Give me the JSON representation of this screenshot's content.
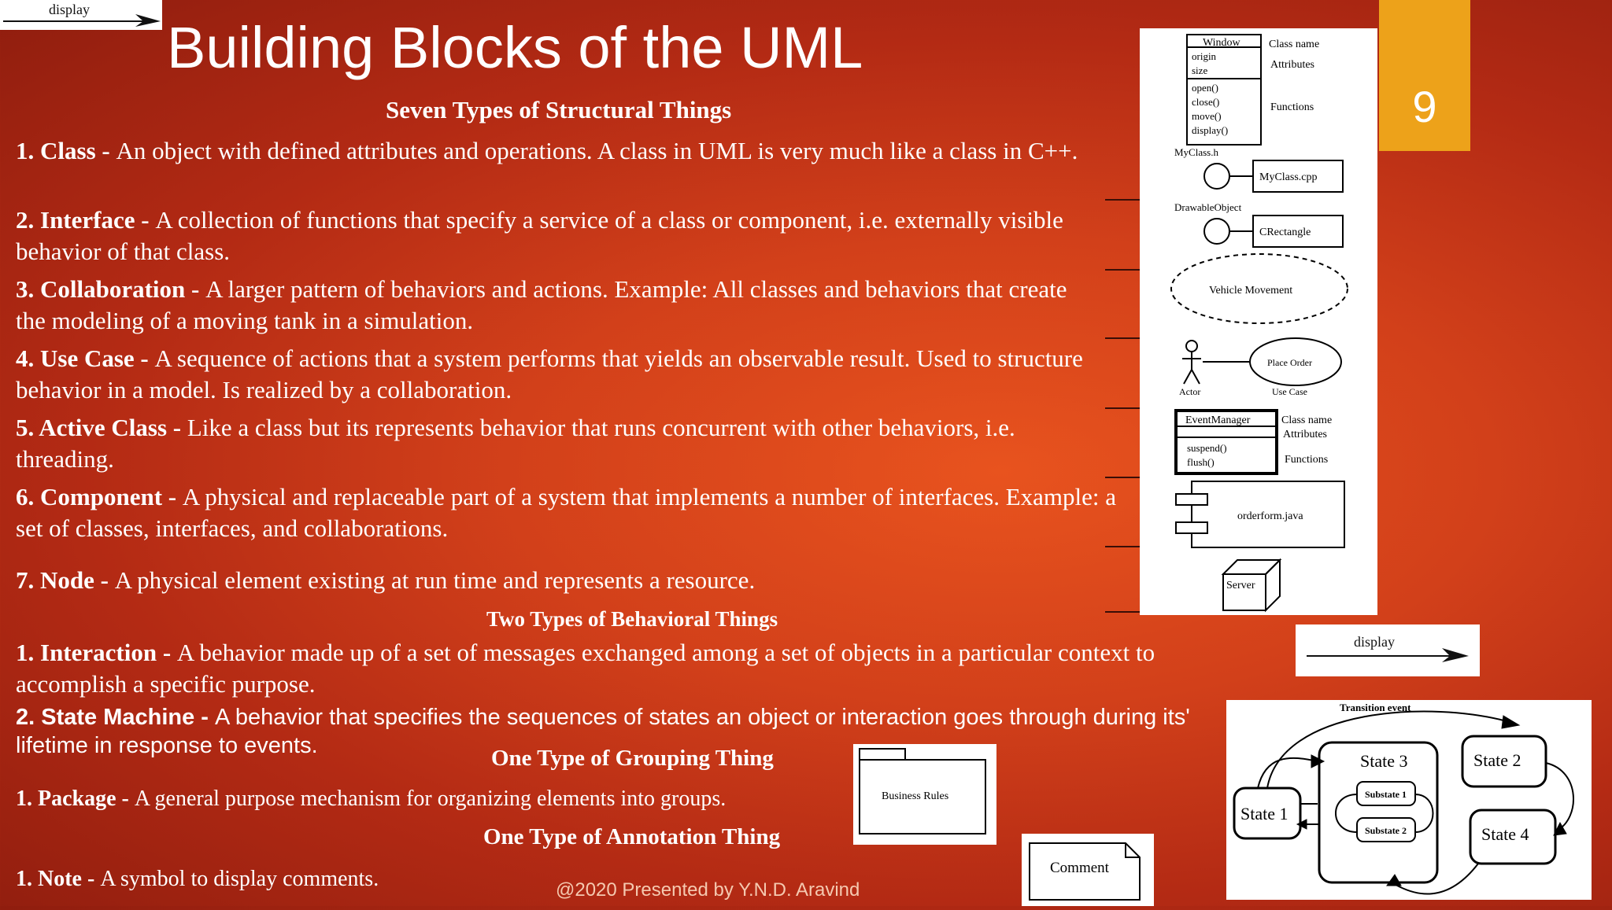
{
  "slide": {
    "title": "Building Blocks of the UML",
    "page_number": "9",
    "footer": "@2020 Presented by Y.N.D. Aravind"
  },
  "top_arrow": {
    "label": "display"
  },
  "structural": {
    "heading": "Seven Types of Structural Things",
    "items": [
      {
        "term": "1. Class",
        "sep": " - ",
        "desc": "An object with defined attributes and operations. A class in UML is very much like a class in C++."
      },
      {
        "term": "2. Interface",
        "sep": " - ",
        "desc": "A collection of functions that specify a service of a class or component, i.e. externally visible behavior of that class."
      },
      {
        "term": "3. Collaboration",
        "sep": " - ",
        "desc": "A larger pattern of behaviors and actions. Example: All classes and behaviors that create the modeling of a moving tank in a simulation."
      },
      {
        "term": "4. Use Case",
        "sep": " - ",
        "desc": "A sequence of actions that a system performs that yields an observable result. Used to structure behavior in a model. Is realized by a collaboration."
      },
      {
        "term": "5. Active Class",
        "sep": " - ",
        "desc": "Like a class but its represents behavior that runs concurrent with other behaviors, i.e. threading."
      },
      {
        "term": "6. Component",
        "sep": " - ",
        "desc": "A physical and replaceable part of a system that implements a number of interfaces. Example: a set of classes, interfaces, and collaborations."
      },
      {
        "term": "7. Node",
        "sep": " - ",
        "desc": "A physical element existing at run time and represents a resource."
      }
    ]
  },
  "behavioral": {
    "heading": "Two Types of Behavioral Things",
    "items": [
      {
        "term": "1. Interaction",
        "sep": " - ",
        "desc": "A behavior made up of a set of messages exchanged among a set of objects in a particular context to accomplish a specific purpose."
      },
      {
        "term": "2. State Machine",
        "sep": " - ",
        "desc": "A behavior that specifies the sequences of states an object or interaction goes through during its' lifetime in response to events."
      }
    ]
  },
  "grouping": {
    "heading": "One Type of Grouping Thing",
    "item": {
      "term": "1. Package",
      "sep": " - ",
      "desc": "A general purpose mechanism for organizing elements into groups."
    },
    "diagram_label": "Business Rules"
  },
  "annotation": {
    "heading": "One Type of Annotation Thing",
    "item": {
      "term": "1. Note",
      "sep": " - ",
      "desc": "A symbol to display comments."
    },
    "diagram_label": "Comment"
  },
  "uml_panel": {
    "class_name": "Window",
    "attributes": [
      "origin",
      "size"
    ],
    "operations": [
      "open()",
      "close()",
      "move()",
      "display()"
    ],
    "label_class_name": "Class name",
    "label_attributes": "Attributes",
    "label_functions": "Functions",
    "interface_owner": "MyClass.h",
    "interface_target": "MyClass.cpp",
    "interface2_owner": "DrawableObject",
    "interface2_target": "CRectangle",
    "collaboration": "Vehicle Movement",
    "use_case": "Place Order",
    "actor_label": "Actor",
    "use_case_label": "Use Case",
    "active_class_name": "EventManager",
    "active_ops": [
      "suspend()",
      "flush()"
    ],
    "active_label_class_name": "Class name",
    "active_label_attributes": "Attributes",
    "active_label_functions": "Functions",
    "component": "orderform.java",
    "node": "Server"
  },
  "interaction_diagram": {
    "label": "display"
  },
  "state_diagram": {
    "transition_label": "Transition event",
    "states": [
      "State 1",
      "State 3",
      "State 2",
      "State 4"
    ],
    "substates": [
      "Substate 1",
      "Substate 2"
    ]
  },
  "colors": {
    "background": "#c9351a",
    "page_number_bg": "#eda21a"
  }
}
